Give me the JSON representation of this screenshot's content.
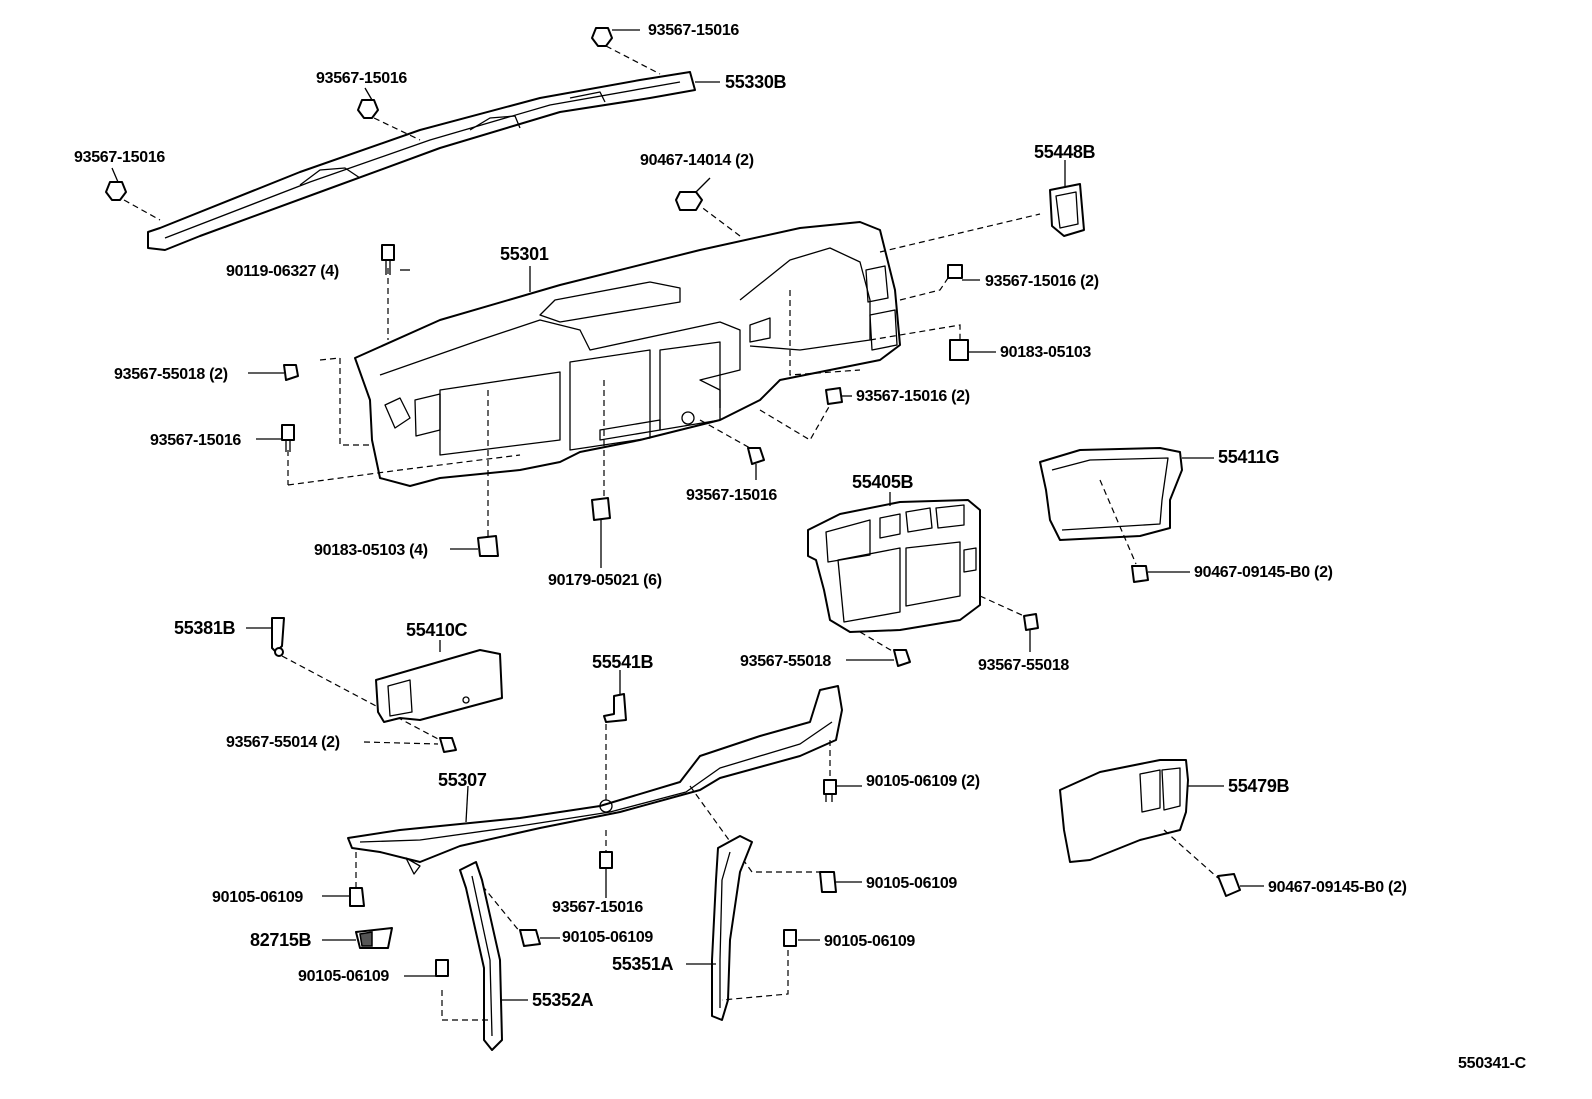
{
  "labels": {
    "l_93567_15016_top": "93567-15016",
    "l_55330B": "55330B",
    "l_93567_15016_b": "93567-15016",
    "l_93567_15016_c": "93567-15016",
    "l_90467_14014": "90467-14014 (2)",
    "l_55448B": "55448B",
    "l_55301": "55301",
    "l_90119_06327": "90119-06327 (4)",
    "l_93567_15016_2a": "93567-15016 (2)",
    "l_93567_55018_2": "93567-55018 (2)",
    "l_90183_05103_r": "90183-05103",
    "l_93567_15016_2b": "93567-15016 (2)",
    "l_93567_15016_d": "93567-15016",
    "l_93567_15016_e": "93567-15016",
    "l_55405B": "55405B",
    "l_55411G": "55411G",
    "l_90183_05103_4": "90183-05103 (4)",
    "l_90179_05021": "90179-05021 (6)",
    "l_90467_09145_a": "90467-09145-B0 (2)",
    "l_55381B": "55381B",
    "l_55410C": "55410C",
    "l_55541B": "55541B",
    "l_93567_55018_a": "93567-55018",
    "l_93567_55018_b": "93567-55018",
    "l_93567_55014": "93567-55014 (2)",
    "l_55307": "55307",
    "l_90105_06109_2": "90105-06109 (2)",
    "l_55479B": "55479B",
    "l_90105_06109_a": "90105-06109",
    "l_90105_06109_b": "90105-06109",
    "l_93567_15016_f": "93567-15016",
    "l_90467_09145_b": "90467-09145-B0 (2)",
    "l_82715B": "82715B",
    "l_90105_06109_c": "90105-06109",
    "l_90105_06109_d": "90105-06109",
    "l_55351A": "55351A",
    "l_90105_06109_e": "90105-06109",
    "l_55352A": "55352A",
    "l_diagram_code": "550341-C"
  }
}
